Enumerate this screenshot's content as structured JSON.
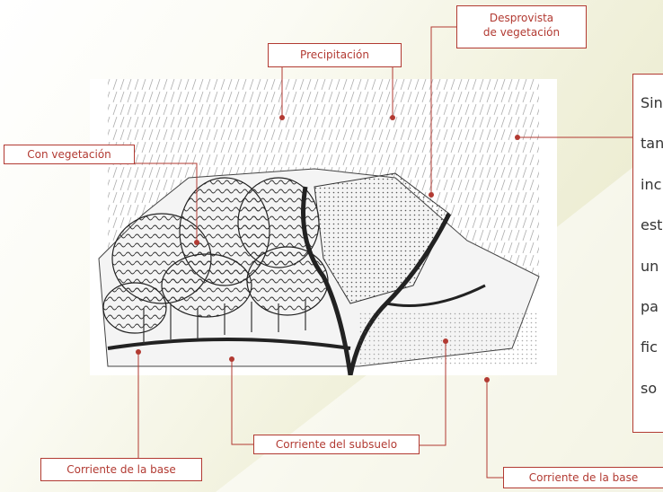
{
  "labels": {
    "precipitacion": "Precipitación",
    "desprovista": [
      "Desprovista",
      "de vegetación"
    ],
    "con_vegetacion": "Con vegetación",
    "corriente_subsuelo": "Corriente del subsuelo",
    "corriente_base_left": "Corriente de la base",
    "corriente_base_right": "Corriente de la base"
  },
  "side_text": [
    "Sin",
    "tan",
    "inc",
    "est",
    "un",
    "pa",
    "fic",
    "so"
  ],
  "colors": {
    "accent": "#b23a32",
    "background_olive": "#d8d8b0",
    "text": "#333333"
  }
}
